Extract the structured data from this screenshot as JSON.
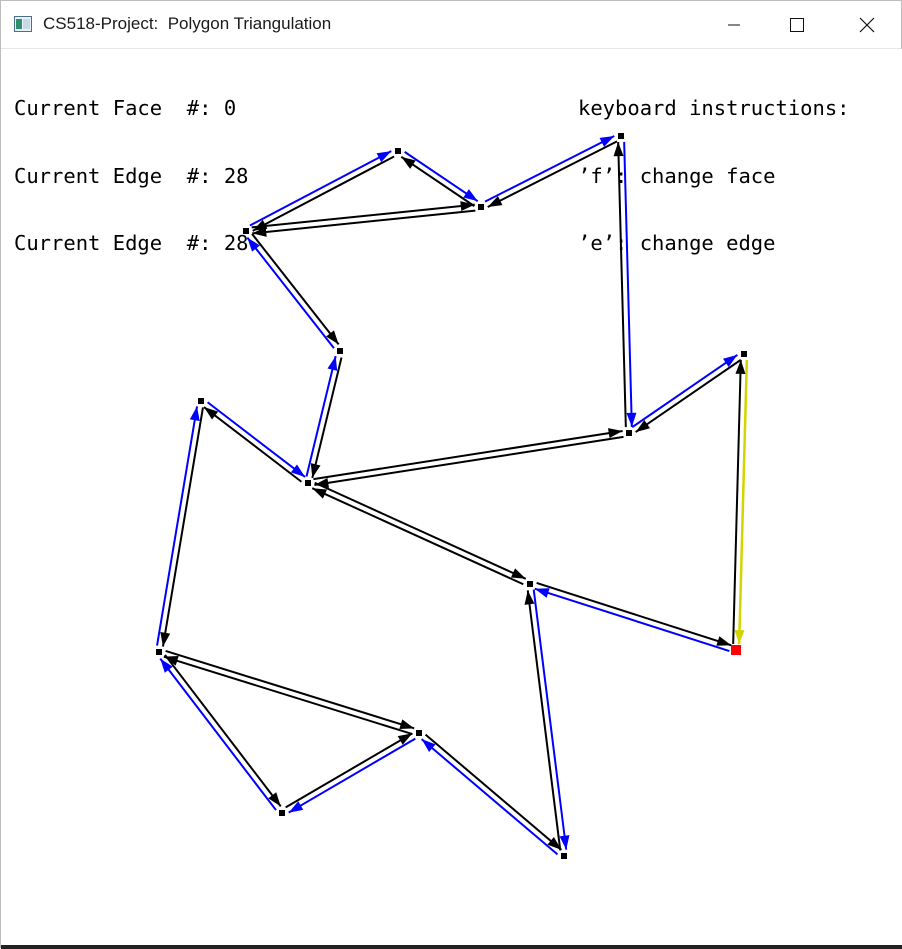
{
  "window": {
    "title": "CS518-Project:  Polygon Triangulation",
    "app_icon": "opengl-app-icon",
    "controls": [
      "minimize-icon",
      "maximize-icon",
      "close-icon"
    ]
  },
  "hud": {
    "current_face": "Current Face  #: 0",
    "current_edge_1": "Current Edge  #: 28",
    "current_edge_2": "Current Edge  #: 28",
    "instructions_title": "keyboard instructions:",
    "instruction_f": "’f’: change face",
    "instruction_e": "’e’: change edge"
  },
  "colors": {
    "half_edge_inner": "#0000ff",
    "half_edge_twin": "#000000",
    "current_edge": "#d4d400",
    "current_vertex": "#ff0000",
    "vertex": "#000000"
  }
}
